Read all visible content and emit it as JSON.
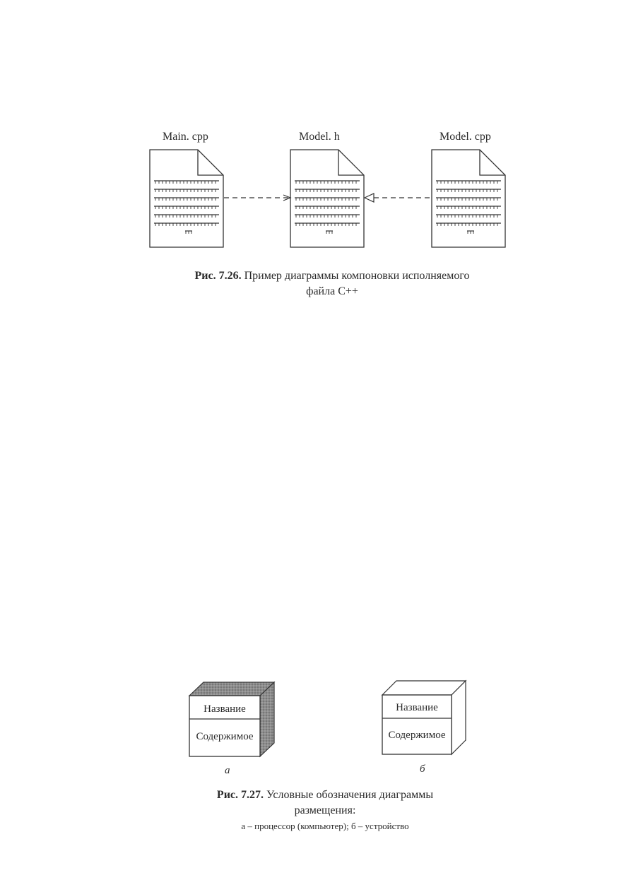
{
  "figure1": {
    "files": [
      {
        "name": "Main. cpp"
      },
      {
        "name": "Model. h"
      },
      {
        "name": "Model. cpp"
      }
    ],
    "caption_num": "Рис. 7.26.",
    "caption_line1": "Пример диаграммы компоновки исполняемого",
    "caption_line2": "файла C++"
  },
  "figure2": {
    "nodes": [
      {
        "title": "Название",
        "content": "Содержимое",
        "letter": "а"
      },
      {
        "title": "Название",
        "content": "Содержимое",
        "letter": "б"
      }
    ],
    "caption_num": "Рис. 7.27.",
    "caption_line1": "Условные обозначения диаграммы",
    "caption_line2": "размещения:",
    "caption_sub": "а – процессор (компьютер); б – устройство"
  }
}
